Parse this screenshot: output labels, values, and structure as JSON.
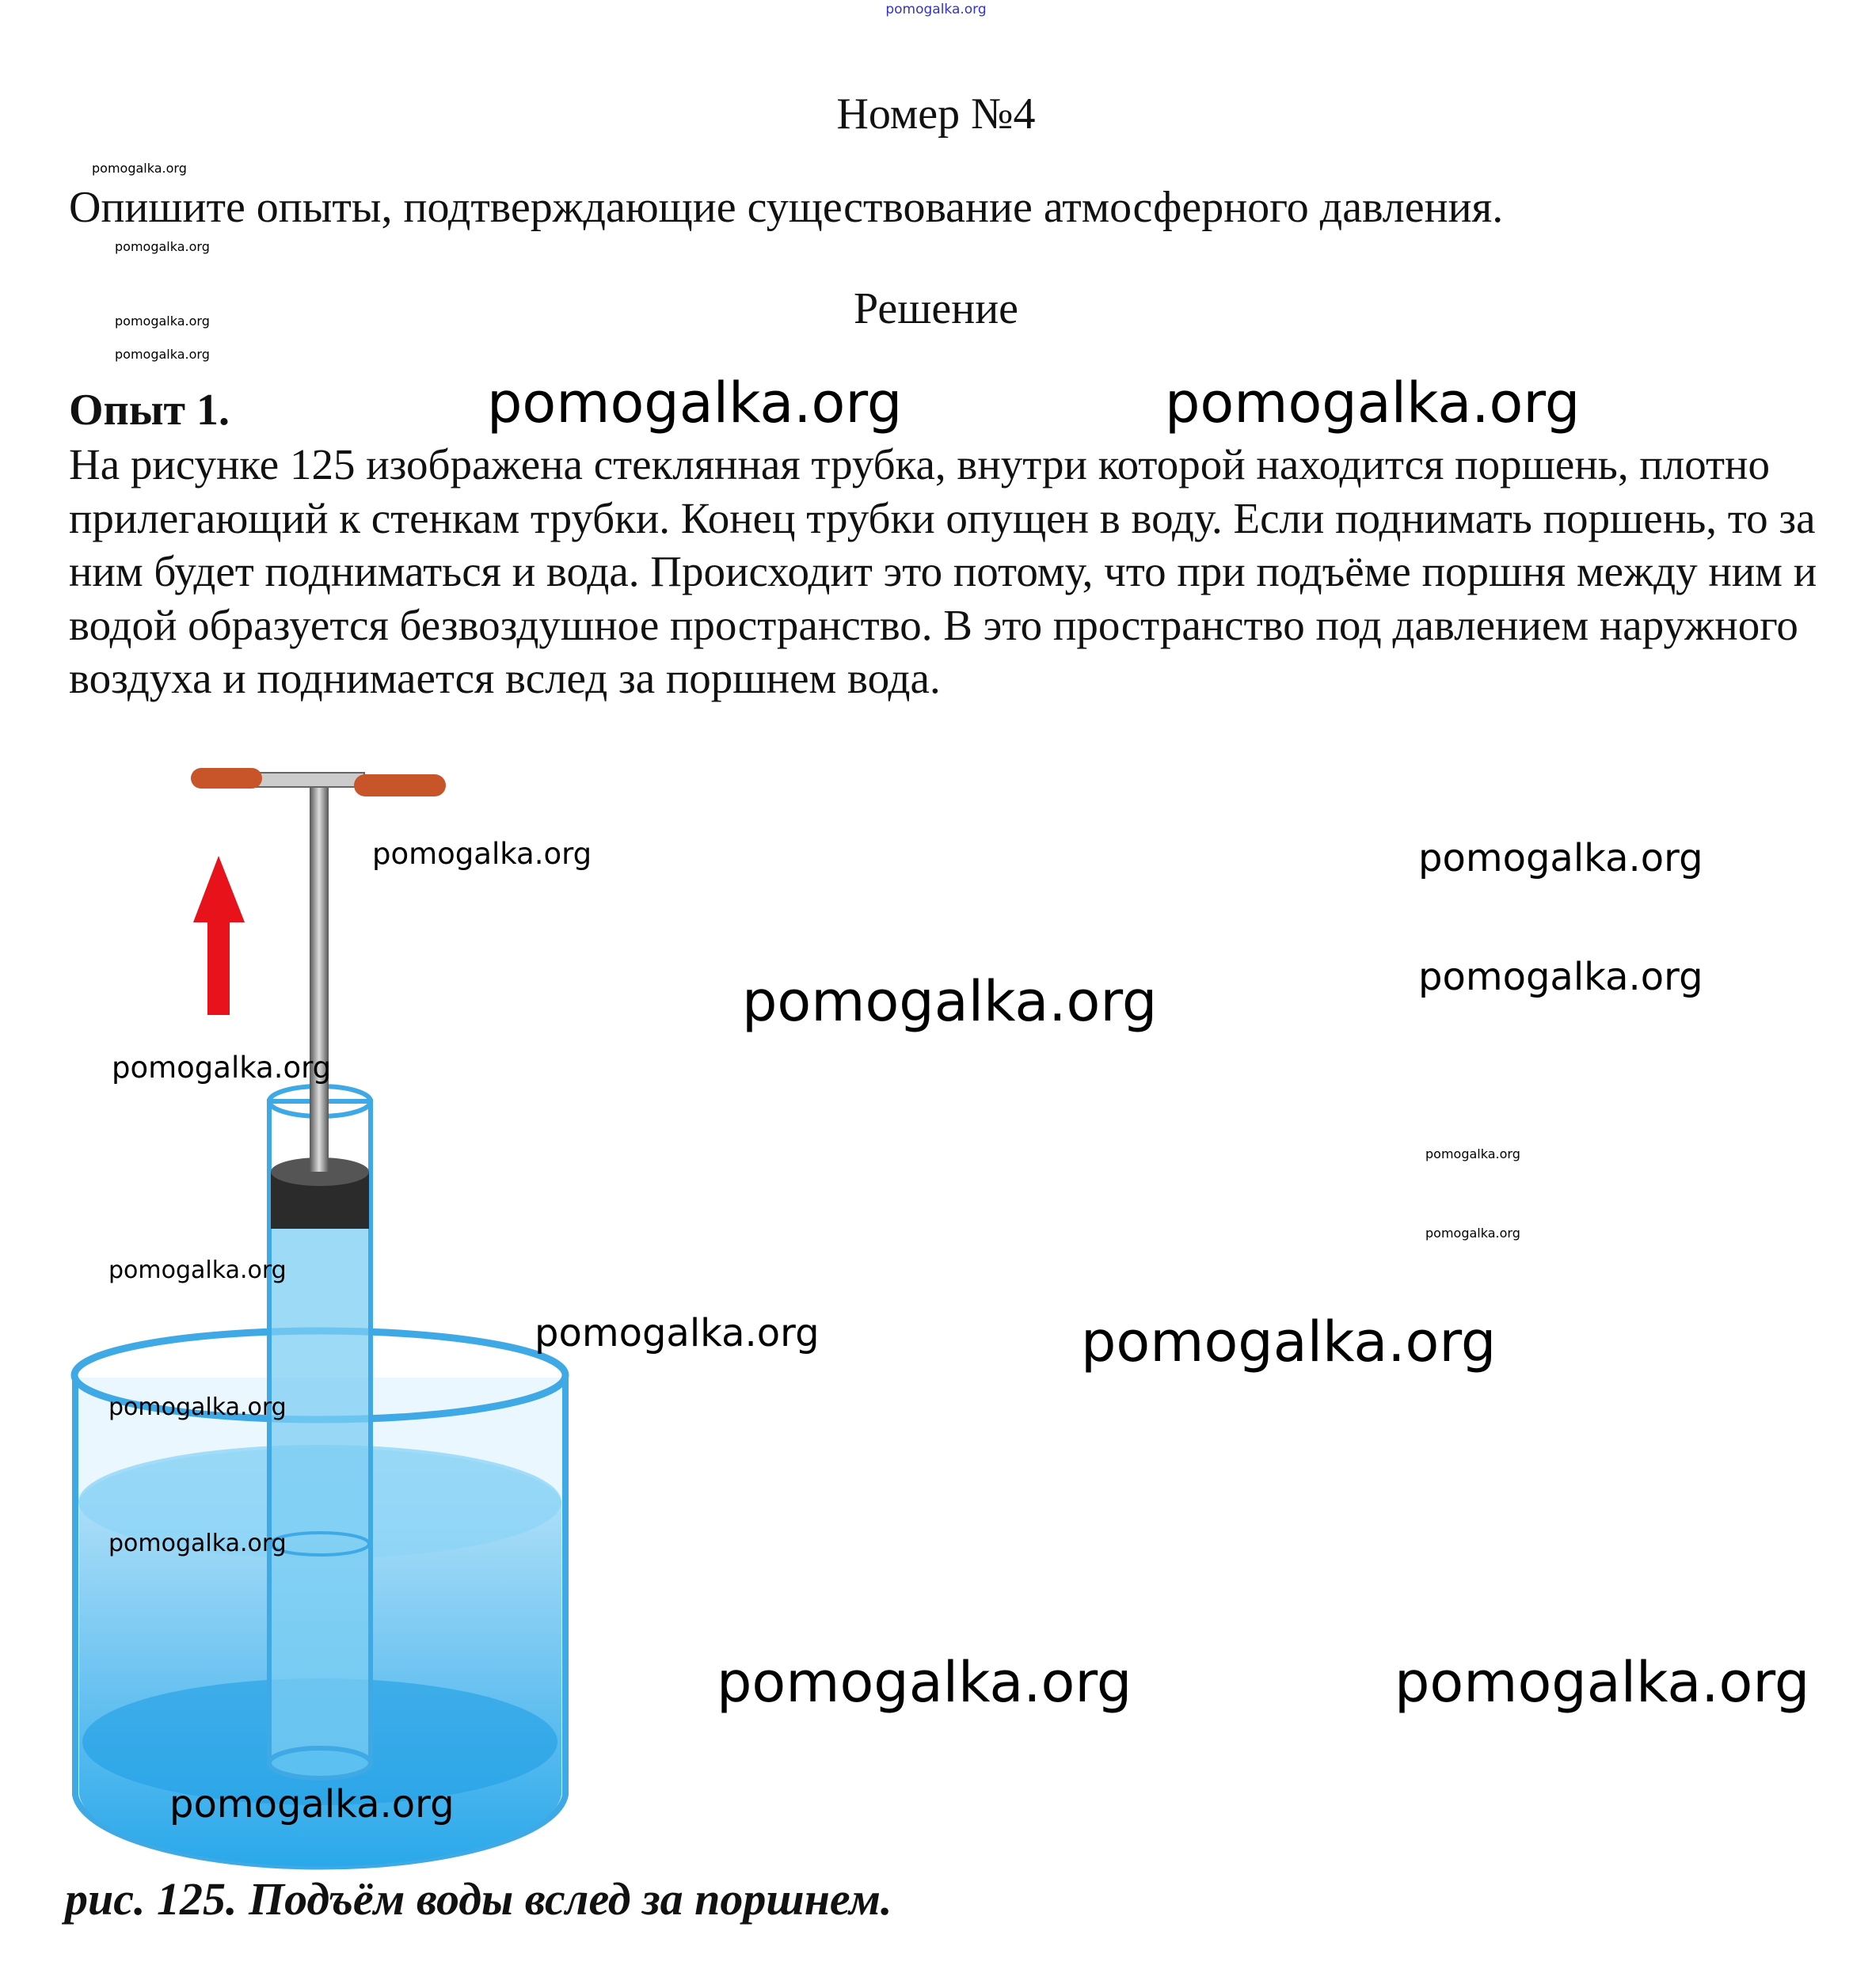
{
  "top_link": "pomogalka.org",
  "title": "Номер №4",
  "question": "Опишите опыты, подтверждающие существование атмосферного давления.",
  "solution_heading": "Решение",
  "experiment_heading": "Опыт 1.",
  "paragraph": "На рисунке 125 изображена стеклянная трубка, внутри которой находится поршень, плотно прилегающий к стенкам трубки. Конец трубки опущен в воду. Если поднимать поршень, то за ним будет подниматься и вода. Происходит это потому, что при подъёме поршня между ним и водой образуется безвоздушное пространство. В это пространство под давлением наружного воздуха и поднимается вслед за поршнем вода.",
  "figure_caption": "рис. 125. Подъём воды вслед за поршнем.",
  "watermark": "pomogalka.org",
  "colors": {
    "water": "#5cc0f0",
    "handle": "#c8552a",
    "arrow": "#e8121a",
    "link": "#3333cc"
  }
}
